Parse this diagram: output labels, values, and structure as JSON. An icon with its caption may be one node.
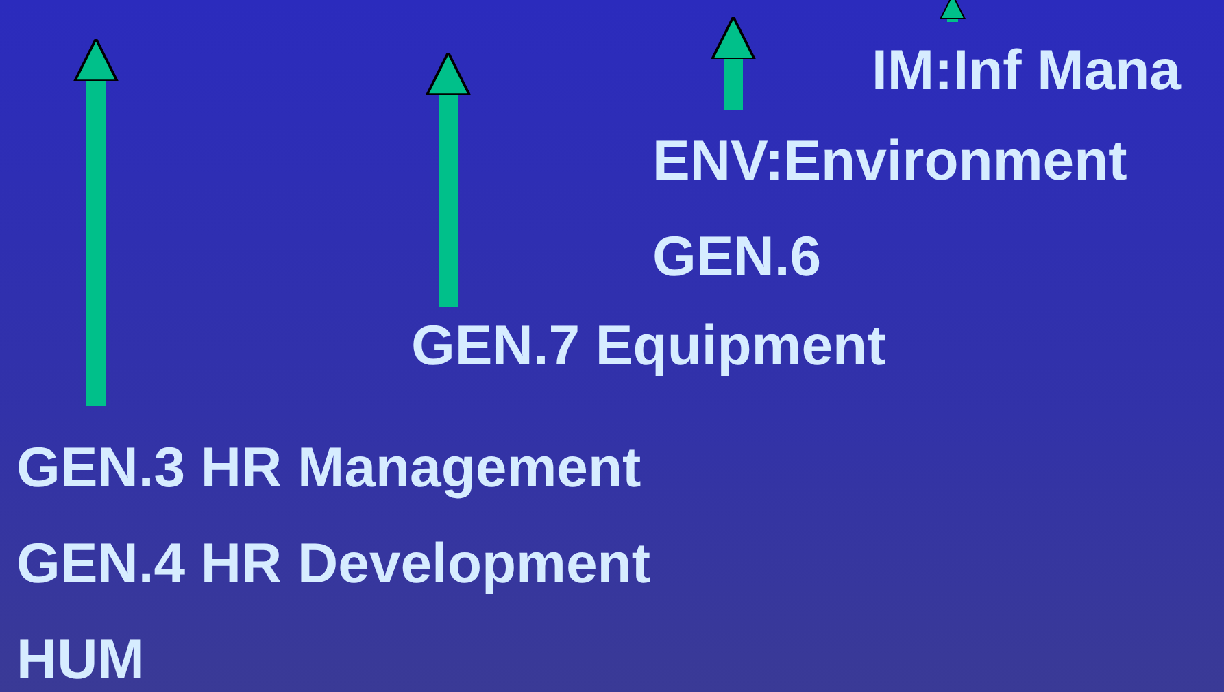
{
  "diagram": {
    "nodes": [
      {
        "text": [
          "IM:Inf Mana"
        ]
      },
      {
        "text": [
          "ENV:Environment"
        ]
      },
      {
        "text": [
          "GEN.6"
        ]
      },
      {
        "text": [
          "GEN.7 Equipment"
        ]
      },
      {
        "text": [
          "GEN.3 HR Management"
        ]
      },
      {
        "text": [
          "GEN.4 HR Development"
        ]
      },
      {
        "text": [
          "HUM"
        ]
      }
    ]
  }
}
